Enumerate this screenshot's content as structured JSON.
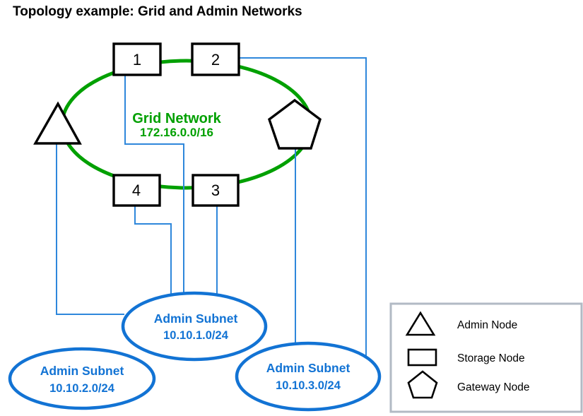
{
  "title": "Topology example: Grid and Admin Networks",
  "grid_network": {
    "label": "Grid Network",
    "cidr": "172.16.0.0/16"
  },
  "storage_nodes": {
    "node1": "1",
    "node2": "2",
    "node3": "3",
    "node4": "4"
  },
  "admin_subnets": {
    "subnet1": {
      "label": "Admin Subnet",
      "cidr": "10.10.1.0/24"
    },
    "subnet2": {
      "label": "Admin Subnet",
      "cidr": "10.10.2.0/24"
    },
    "subnet3": {
      "label": "Admin Subnet",
      "cidr": "10.10.3.0/24"
    }
  },
  "legend": {
    "items": [
      {
        "icon": "triangle-icon",
        "label": "Admin Node"
      },
      {
        "icon": "square-icon",
        "label": "Storage Node"
      },
      {
        "icon": "pentagon-icon",
        "label": "Gateway Node"
      }
    ]
  },
  "colors": {
    "grid_green": "#00A000",
    "subnet_blue": "#1273D4",
    "connector_blue": "#2E87DB",
    "legend_border": "#B2BAC4",
    "shape_stroke": "#000000",
    "background": "#FFFFFF"
  }
}
